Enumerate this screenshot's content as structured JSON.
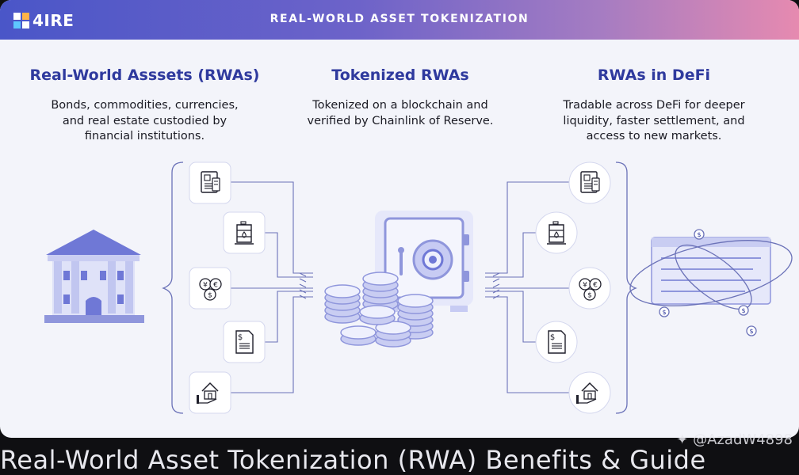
{
  "header": {
    "brand": "4IRE",
    "title": "REAL-WORLD ASSET TOKENIZATION"
  },
  "columns": [
    {
      "title": "Real-World Asssets (RWAs)",
      "description": [
        "Bonds, commodities, currencies,",
        "and real estate custodied by",
        "financial institutions."
      ]
    },
    {
      "title": "Tokenized RWAs",
      "description": [
        "Tokenized on a blockchain and",
        "verified by Chainlink of Reserve."
      ]
    },
    {
      "title": "RWAs in DeFi",
      "description": [
        "Tradable across DeFi for deeper",
        "liquidity, faster settlement, and",
        "access to new markets."
      ]
    }
  ],
  "asset_icons": [
    "bond-document-icon",
    "oil-barrel-icon",
    "currency-coins-icon",
    "invoice-document-icon",
    "real-estate-house-icon"
  ],
  "footer": {
    "caption": "Real-World Asset Tokenization (RWA) Benefits & Guide",
    "watermark": "@AzadW4898"
  },
  "colors": {
    "accent": "#2f3a9e",
    "icon_stroke": "#1f1f2b",
    "line": "#6b72b8",
    "illustration": "#8f96dc"
  }
}
